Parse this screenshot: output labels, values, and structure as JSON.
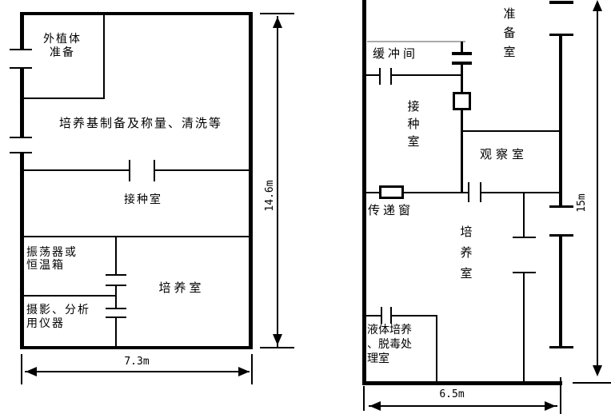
{
  "diagram": {
    "left_plan": {
      "explant_prep_room": "外植体\n准备",
      "media_prep_room": "培养基制备及称量、清洗等",
      "inoculation_room": "接种室",
      "shaker_room": "振荡器或\n恒温箱",
      "instrument_room": "摄影、分析\n用仪器",
      "culture_room": "培养室",
      "height_dim": "14.6m",
      "width_dim": "7.3m"
    },
    "right_plan": {
      "prep_room": "准\n备\n室",
      "buffer_room": "缓冲间",
      "inoculation_room": "接\n种\n室",
      "observation_room": "观察室",
      "pass_window": "传递窗",
      "culture_room": "培\n养\n室",
      "liquid_culture_room": "液体培养\n、脱毒处\n理室",
      "height_dim": "15m",
      "width_dim": "6.5m"
    },
    "colors": {
      "line": "#000000",
      "buffer_boundary_line": "#aaaaaa",
      "background": "#ffffff"
    }
  }
}
